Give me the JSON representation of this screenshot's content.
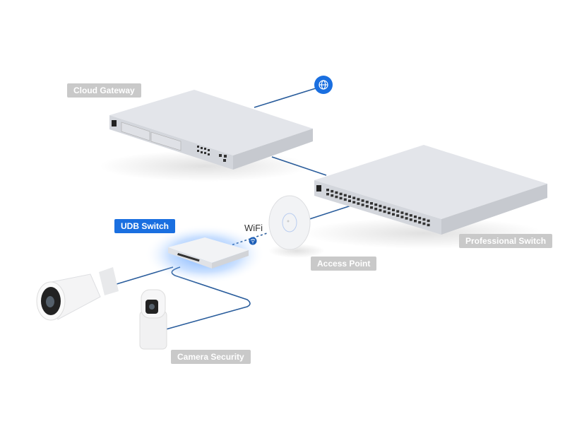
{
  "labels": {
    "cloud_gateway": "Cloud Gateway",
    "udb_switch": "UDB Switch",
    "professional_switch": "Professional Switch",
    "access_point": "Access Point",
    "camera_security": "Camera Security",
    "wifi": "WiFi"
  },
  "icons": {
    "internet": "globe-icon",
    "wifi": "wifi-icon"
  },
  "colors": {
    "accent": "#1a6fe0",
    "link": "#2a5d9c",
    "label_bg": "#c9c9c9",
    "device": "#e4e6ea"
  }
}
